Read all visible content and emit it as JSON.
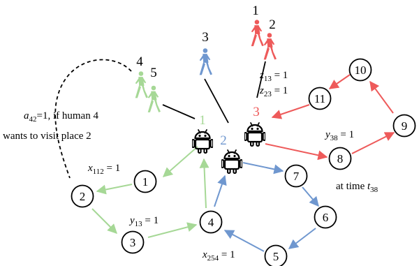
{
  "colors": {
    "green": "#a6d896",
    "blue": "#6f97cf",
    "red": "#ee5a5a",
    "black": "#000000"
  },
  "robots": [
    {
      "id": "1",
      "color": "#a6d896"
    },
    {
      "id": "2",
      "color": "#6f97cf"
    },
    {
      "id": "3",
      "color": "#ee5a5a"
    }
  ],
  "humans": [
    {
      "id": "1",
      "color": "#ee5a5a"
    },
    {
      "id": "2",
      "color": "#ee5a5a"
    },
    {
      "id": "3",
      "color": "#6f97cf"
    },
    {
      "id": "4",
      "color": "#a6d896"
    },
    {
      "id": "5",
      "color": "#a6d896"
    }
  ],
  "places": [
    "1",
    "2",
    "3",
    "4",
    "5",
    "6",
    "7",
    "8",
    "9",
    "10",
    "11"
  ],
  "labels": {
    "a_var": "a",
    "a_sub": "42",
    "a_rest": "=1, if human 4",
    "a_line2": "wants to visit place 2",
    "x112_var": "x",
    "x112_sub": "112",
    "x112_eq": " = 1",
    "y13_var": "y",
    "y13_sub": "13",
    "y13_eq": " = 1",
    "x254_var": "x",
    "x254_sub": "254",
    "x254_eq": " = 1",
    "z13_var": "z",
    "z13_sub": "13",
    "z13_eq": " = 1",
    "z23_var": "z",
    "z23_sub": "23",
    "z23_eq": " = 1",
    "y38_var": "y",
    "y38_sub": "38",
    "y38_eq": " = 1",
    "time_text": "at time ",
    "time_var": "t",
    "time_sub": "38"
  },
  "icons": {
    "robot": "android-robot-icon",
    "human": "walking-person-icon"
  }
}
